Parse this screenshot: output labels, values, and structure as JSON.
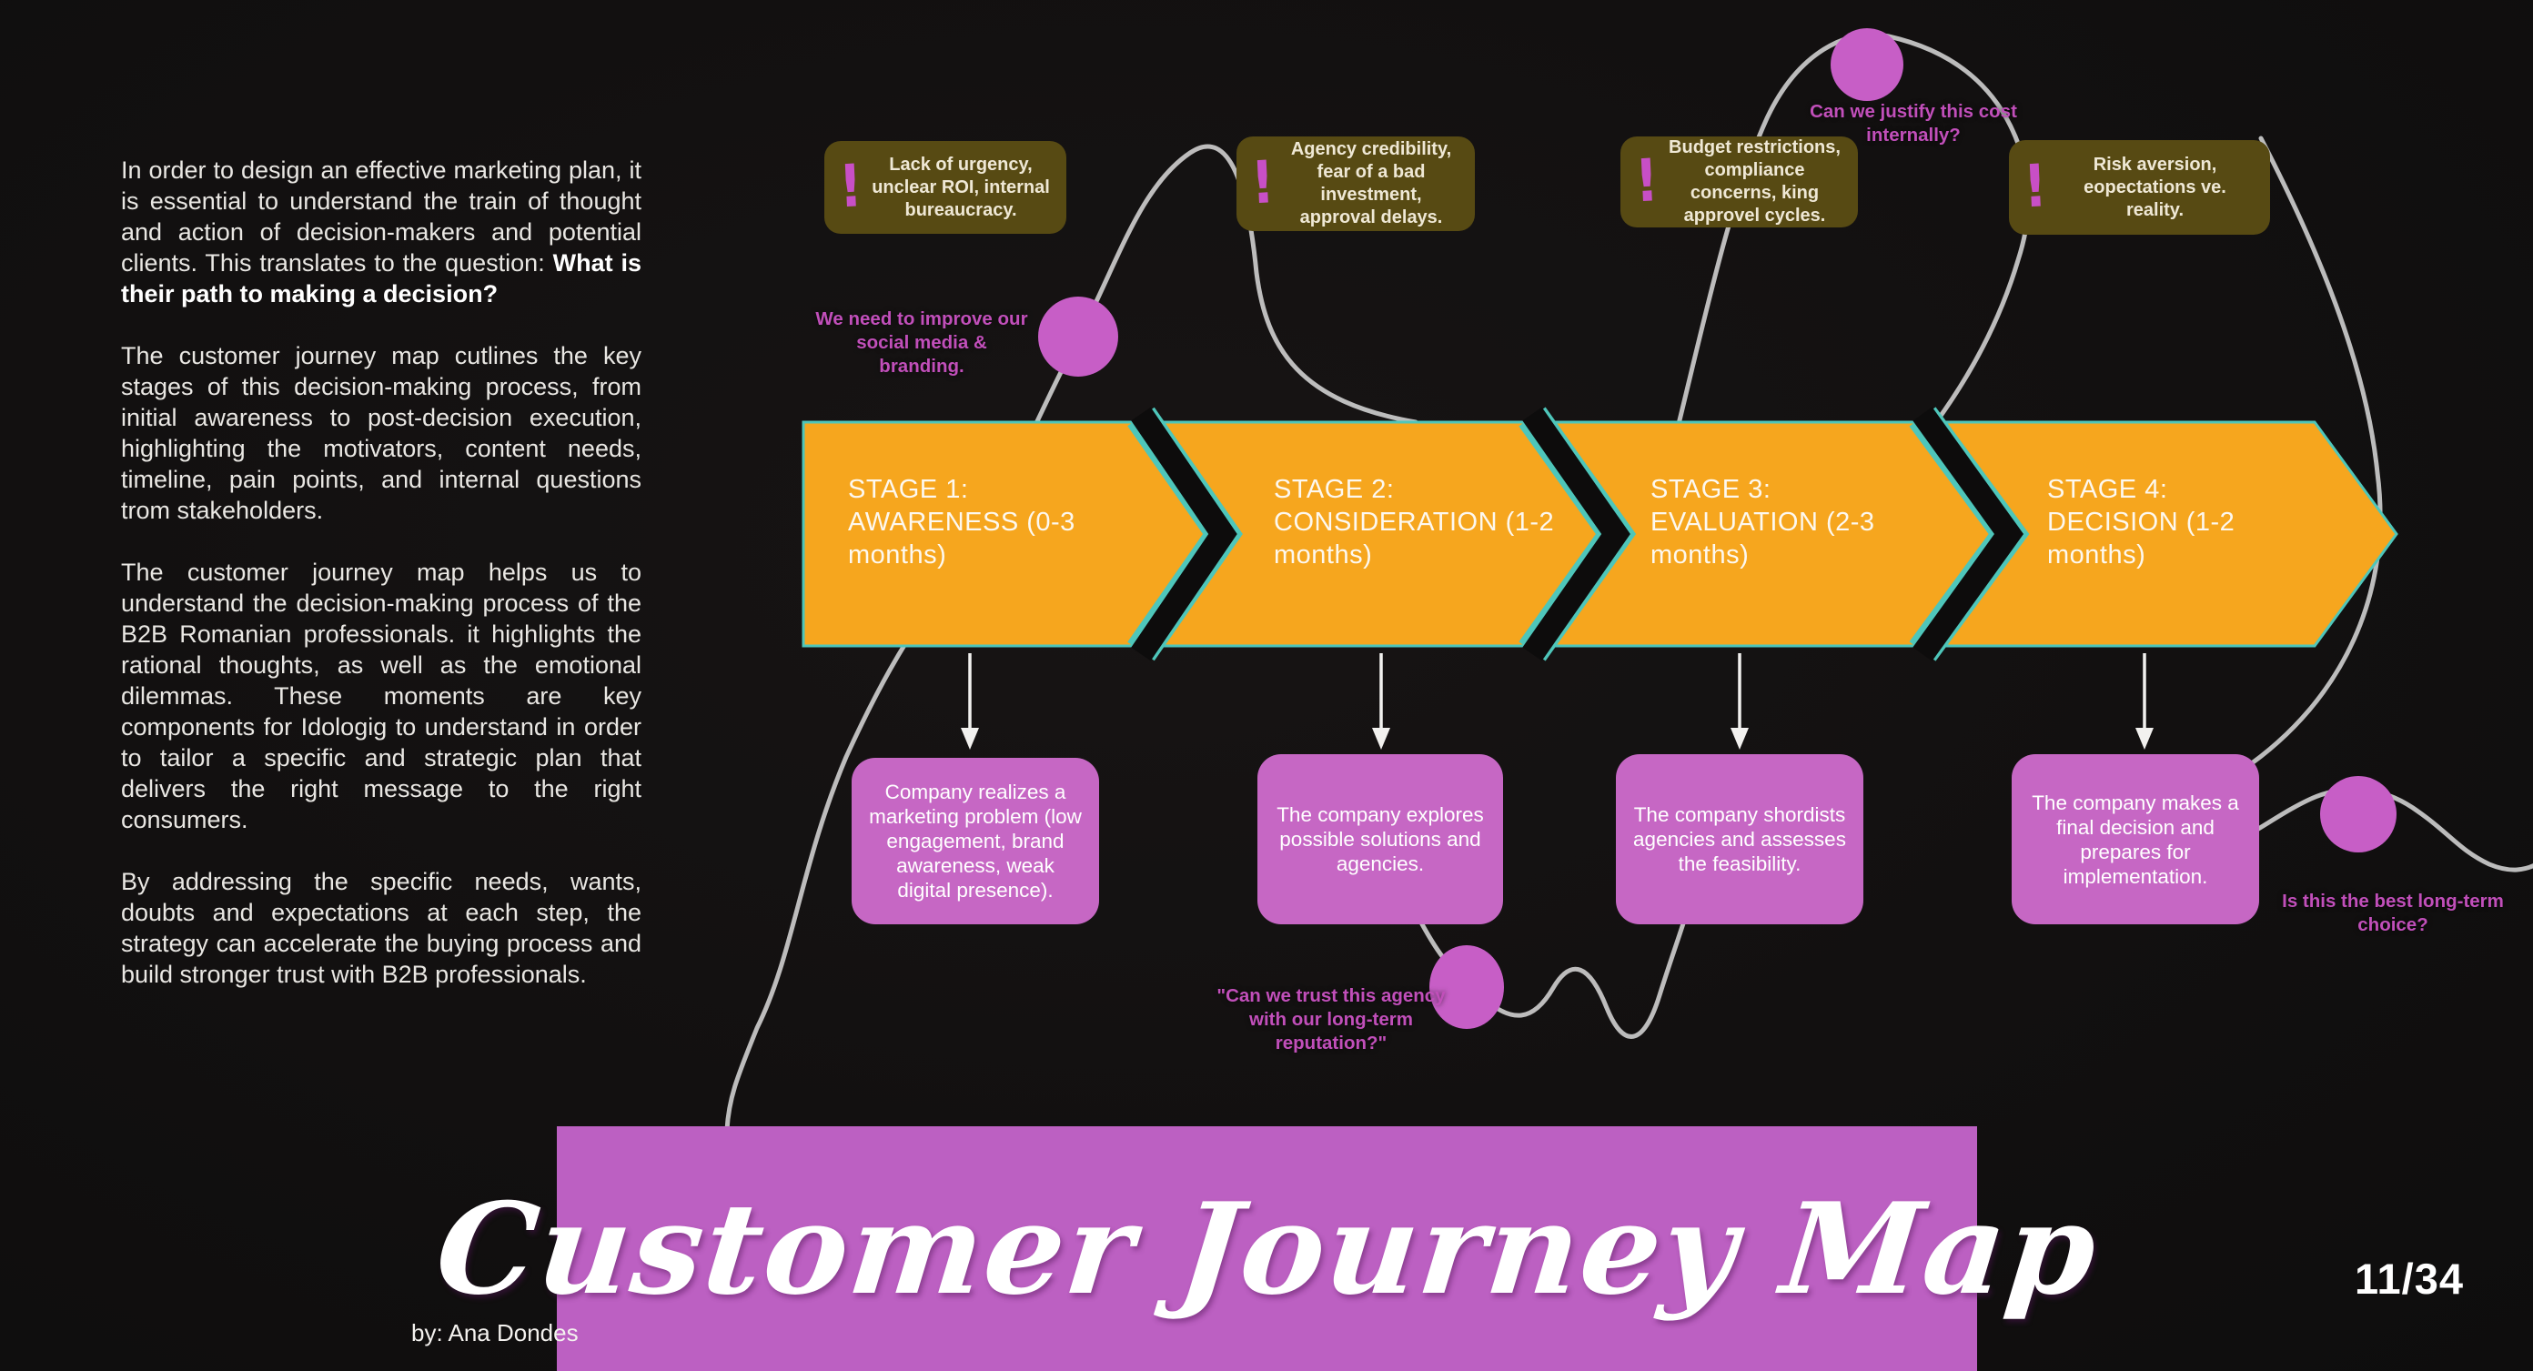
{
  "slide": {
    "title": "Customer Journey Map",
    "page_number": "11/34",
    "author": "by: Ana Dondes"
  },
  "intro": {
    "para1_text": "In order to design an effective marketing plan, it is essential to understand the train of thought and action of decision-makers and potential clients. This translates to the question: ",
    "para1_bold": "What is their path to making a decision?",
    "para2": "The customer journey map cutlines the key stages of this decision-making process, from initial awareness to post-decision execution, highlighting the motivators, content needs, timeline, pain points, and internal questions trom stakeholders.",
    "para3": "The customer journey map helps us to understand the decision-making process of the B2B Romanian professionals. it highlights the rational thoughts, as well as the emotional dilemmas. These moments are key components for Idologig to understand in order to tailor a specific and strategic plan that delivers the right message to the right consumers.",
    "para4": "By addressing the specific needs, wants, doubts and expectations at each step, the strategy can accelerate the buying process and build stronger trust with B2B professionals."
  },
  "stages": [
    {
      "title": "STAGE 1:\nAWARENESS (0-3 months)"
    },
    {
      "title": "STAGE 2:\nCONSIDERATION (1-2 months)"
    },
    {
      "title": "STAGE 3:\nEVALUATION (2-3 months)"
    },
    {
      "title": "STAGE 4:\nDECISION (1-2 months)"
    }
  ],
  "pain_points": [
    {
      "text": "Lack of urgency, unclear ROI, internal bureaucracy."
    },
    {
      "text": "Agency credibility, fear of a bad investment, approval delays."
    },
    {
      "text": "Budget restrictions, compliance concerns, king approvel cycles."
    },
    {
      "text": "Risk aversion, eopectations ve. reality."
    }
  ],
  "outcomes": [
    {
      "text": "Company realizes a marketing problem (low engagement, brand awareness, weak digital presence)."
    },
    {
      "text": "The company explores possible solutions and agencies."
    },
    {
      "text": "The company shordists agencies and assesses the feasibility."
    },
    {
      "text": "The company makes a final decision and prepares for implementation."
    }
  ],
  "thoughts": {
    "t1": "We need to improve our social media & branding.",
    "t2": "Can we justify this cost internally?",
    "t3": "\"Can we trust this agency with our long-term reputation?\"",
    "t4": "Is this the best long-term choice?"
  },
  "colors": {
    "background": "#121010",
    "stage_arrow_orange": "#f6a61e",
    "arrow_teal_edge": "#4ec6ba",
    "outcome_purple": "#c667c4",
    "circle_magenta": "#c75ec6",
    "thought_text_magenta": "#c14fba",
    "pain_point_olive": "#574a13",
    "banner_purple": "#bc60c2",
    "connector_gray": "#c6c6c6"
  }
}
